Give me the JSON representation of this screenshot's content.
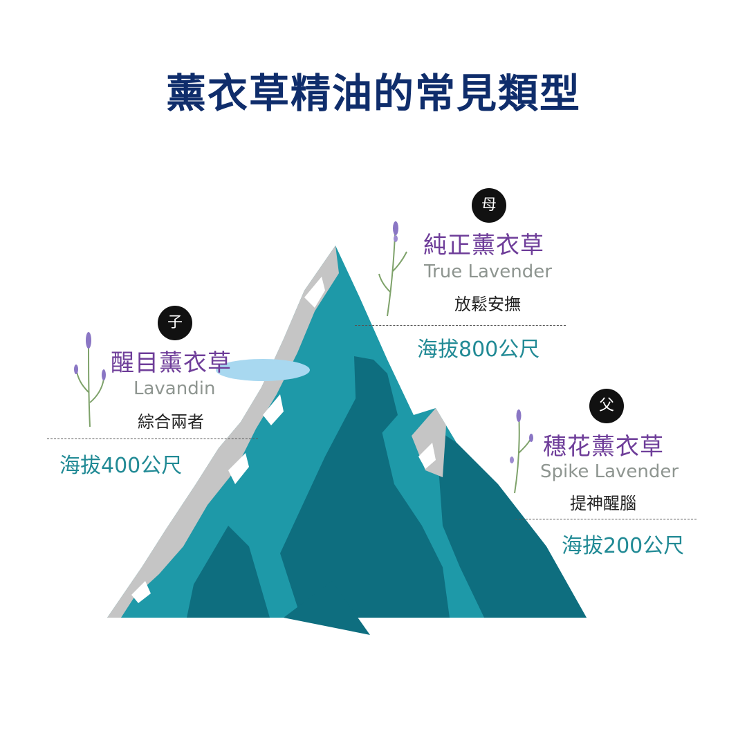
{
  "title": "薰衣草精油的常見類型",
  "colors": {
    "title": "#0f2d6b",
    "name": "#6e3d99",
    "english": "#8e9590",
    "altitude": "#218a95",
    "mountain_light": "#1e99a8",
    "mountain_dark": "#0e6e7f",
    "snow": "#c5c5c5",
    "lake": "#a8d8f0"
  },
  "types": [
    {
      "role": "母",
      "name": "純正薰衣草",
      "english": "True Lavender",
      "effect": "放鬆安撫",
      "altitude": "海拔800公尺"
    },
    {
      "role": "子",
      "name": "醒目薰衣草",
      "english": "Lavandin",
      "effect": "綜合兩者",
      "altitude": "海拔400公尺"
    },
    {
      "role": "父",
      "name": "穗花薰衣草",
      "english": "Spike Lavender",
      "effect": "提神醒腦",
      "altitude": "海拔200公尺"
    }
  ]
}
